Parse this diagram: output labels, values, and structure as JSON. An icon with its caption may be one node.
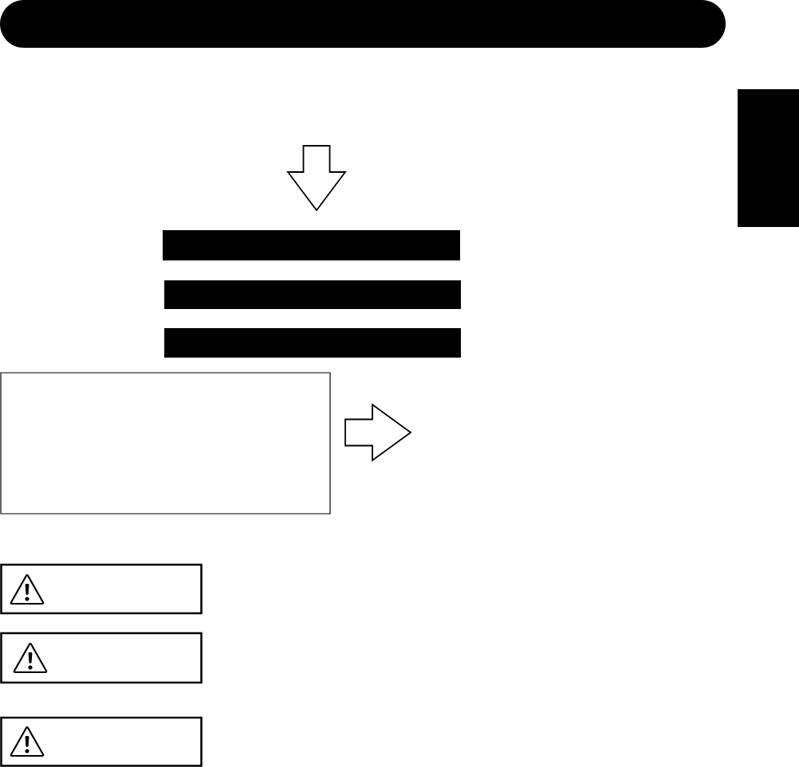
{
  "diagram": {
    "nodes": [
      {
        "text": [],
        "shape": "band"
      },
      {
        "text": [],
        "shape": "bar"
      },
      {
        "text": [],
        "shape": "bar"
      },
      {
        "text": [],
        "shape": "bar"
      },
      {
        "text": [],
        "shape": "bar"
      },
      {
        "text": [],
        "shape": "box"
      },
      {
        "text": [],
        "shape": "box"
      },
      {
        "text": [],
        "shape": "box"
      },
      {
        "text": [],
        "shape": "box"
      }
    ],
    "edges": [
      {
        "from": null,
        "to": 2,
        "arrow": "to"
      },
      {
        "from": 5,
        "to": null,
        "arrow": "to"
      }
    ]
  }
}
